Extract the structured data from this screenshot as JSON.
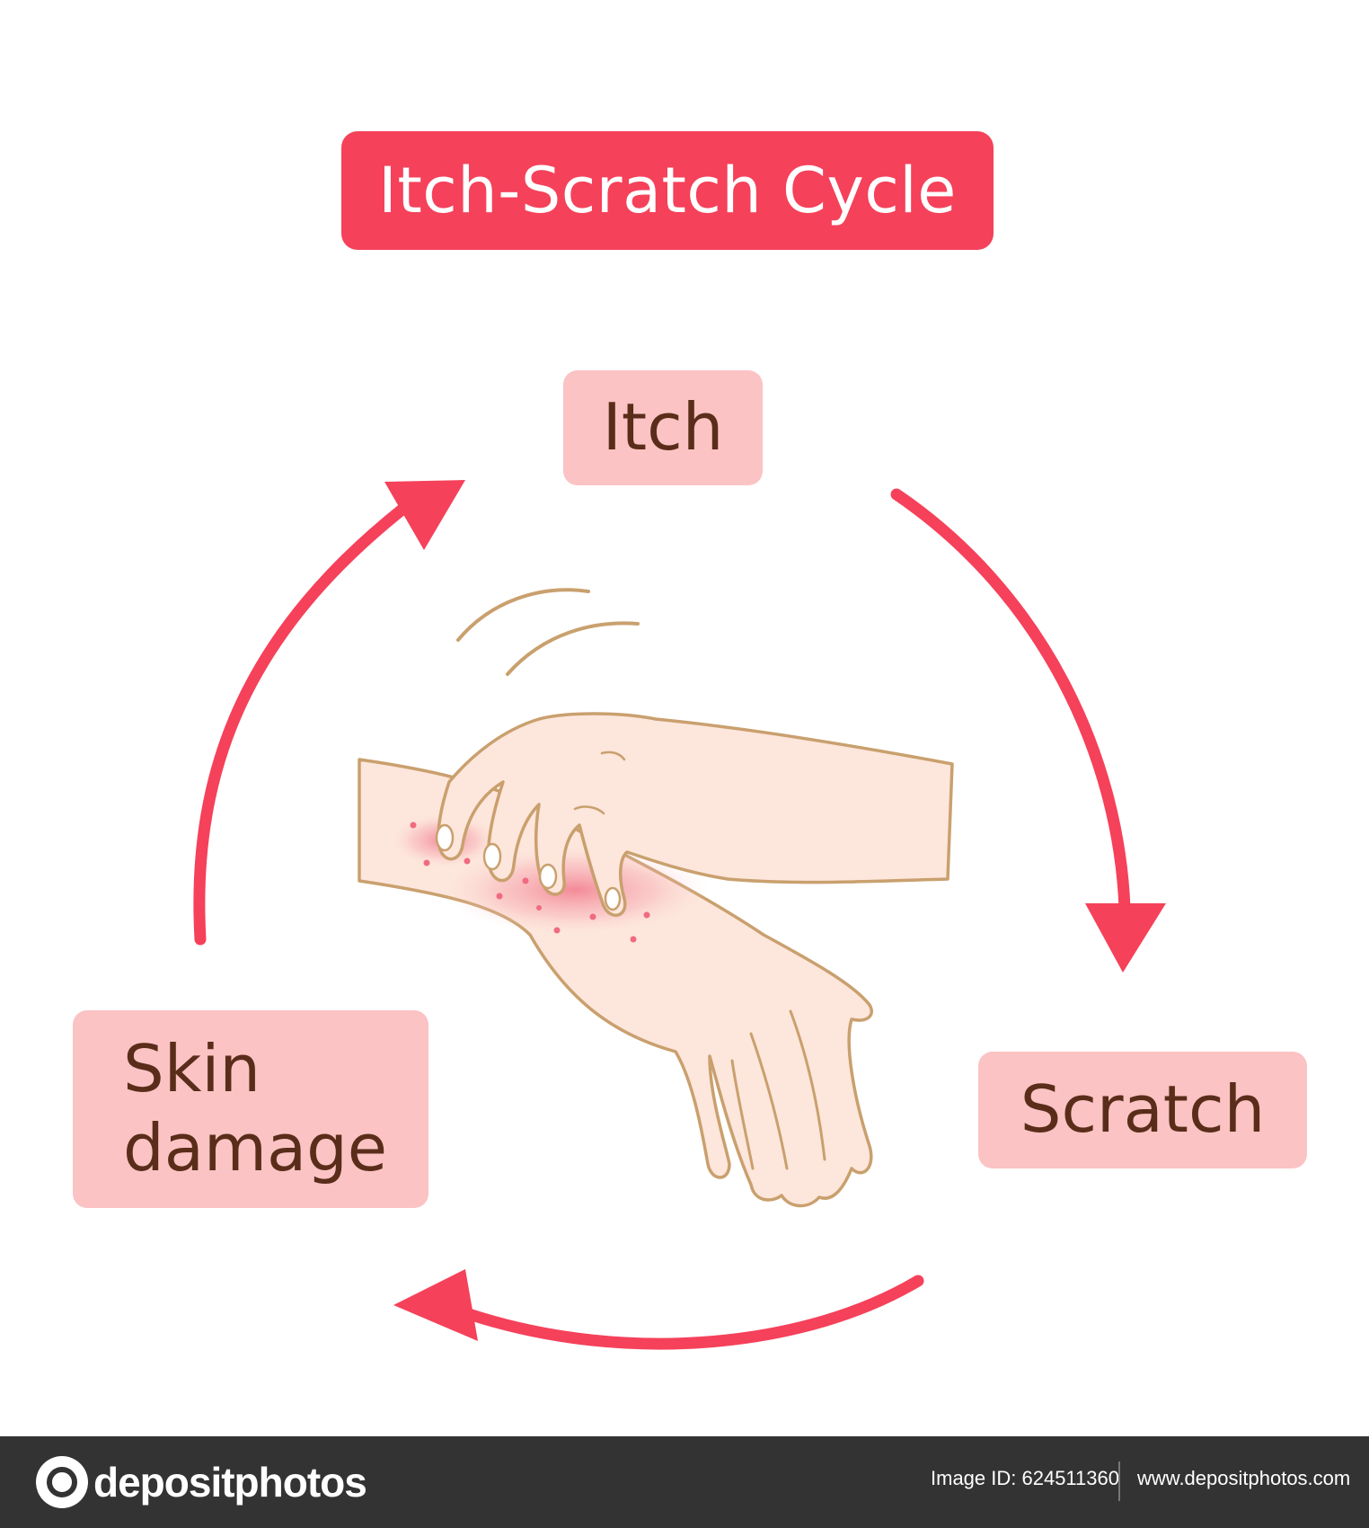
{
  "diagram": {
    "title": "Itch-Scratch Cycle",
    "nodes": {
      "itch": "Itch",
      "scratch": "Scratch",
      "skin_damage": "Skin\ndamage"
    },
    "colors": {
      "accent": "#f5415a",
      "node_fill": "#fbc3c4",
      "node_text": "#5a2d1a",
      "skin": "#fde6dc",
      "skin_outline": "#c9a06e",
      "irritation": "#f06b80"
    }
  },
  "footer": {
    "brand": "depositphotos",
    "image_id": "Image ID: 624511360",
    "url": "www.depositphotos.com"
  }
}
